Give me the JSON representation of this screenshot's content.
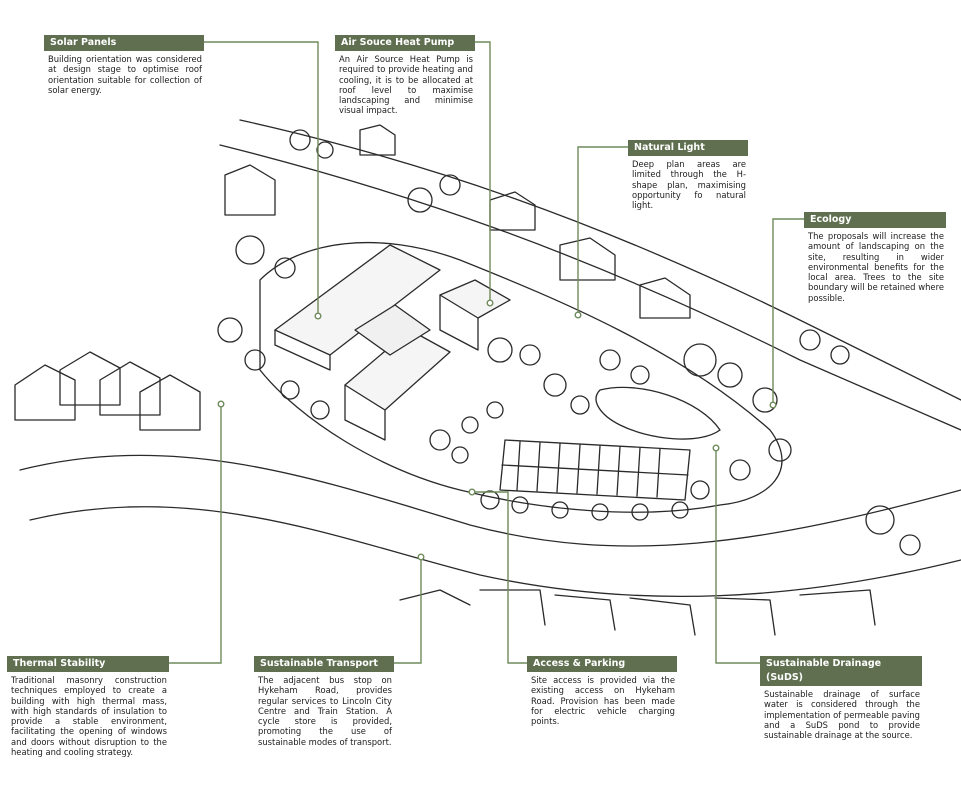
{
  "colors": {
    "accent": "#5f6f4f",
    "leader_line": "#6e8a5a",
    "sketch_line": "#2a2a2a"
  },
  "callouts": [
    {
      "title": "Solar Panels",
      "body": "Building orientation was considered at design stage to optimise roof orientation suitable for collection of solar energy."
    },
    {
      "title": "Air Souce Heat Pump",
      "body": "An Air Source Heat Pump is required to provide heating and cooling, it is to be allocated at roof level to maximise landscaping and minimise visual impact."
    },
    {
      "title": "Natural Light",
      "body": "Deep plan areas are limited through the H-shape plan, maximising opportunity fo natural light."
    },
    {
      "title": "Ecology",
      "body": "The proposals will increase the amount of landscaping on the site, resulting in wider environmental benefits for the local area. Trees to the site boundary will be retained where possible."
    },
    {
      "title": "Thermal Stability",
      "body": "Traditional masonry construction techniques employed to create a building with high thermal mass, with high standards of insulation to provide a stable environment, facilitating the opening of windows and doors without disruption to the heating and cooling strategy."
    },
    {
      "title": "Sustainable Transport",
      "body": "The adjacent bus stop on Hykeham Road, provides regular services to Lincoln City Centre and Train Station. A cycle store is provided, promoting the use of sustainable modes of transport."
    },
    {
      "title": "Access & Parking",
      "body": "Site access is provided via the existing access on Hykeham Road. Provision has been made for electric vehicle charging points."
    },
    {
      "title": "Sustainable Drainage (SuDS)",
      "body": "Sustainable drainage of surface water is considered through the implementation of permeable paving and a SuDS pond to provide sustainable drainage at the source."
    }
  ]
}
